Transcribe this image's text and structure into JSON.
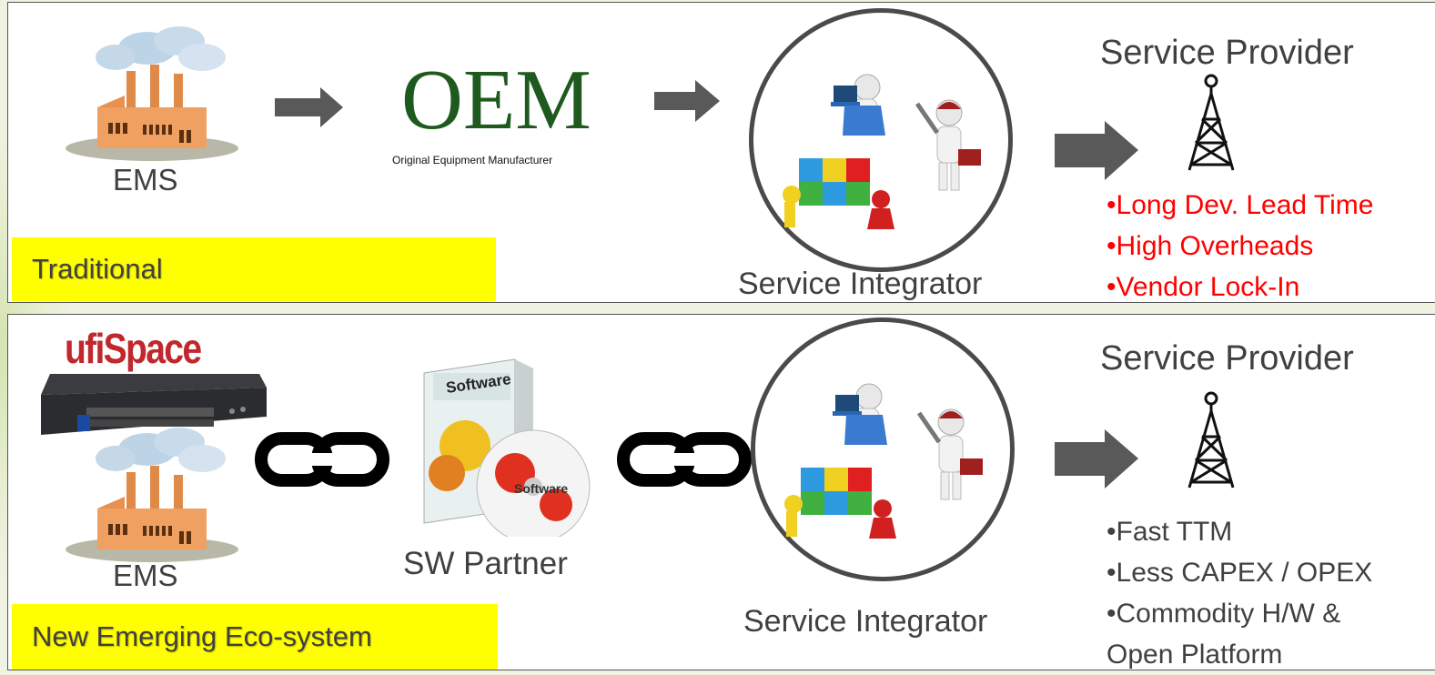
{
  "traditional": {
    "ems_label": "EMS",
    "oem_logo": "OEM",
    "oem_caption": "Original Equipment Manufacturer",
    "integrator_label": "Service Integrator",
    "provider_label": "Service Provider",
    "tag": "Traditional",
    "bullets": [
      "•Long Dev. Lead Time",
      "•High Overheads",
      "•Vendor Lock-In"
    ],
    "bullet_color": "#ff0000"
  },
  "emerging": {
    "brand": "ufiSpace",
    "ems_label": "EMS",
    "software_box_text": "Software",
    "software_disc_text": "Software",
    "sw_partner_label": "SW Partner",
    "integrator_label": "Service Integrator",
    "provider_label": "Service Provider",
    "tag": "New Emerging Eco-system",
    "bullets": [
      "•Fast TTM",
      "•Less CAPEX / OPEX",
      "•Commodity H/W &",
      "Open Platform"
    ],
    "bullet_color": "#404040"
  },
  "colors": {
    "tag_bg": "#ffff00",
    "arrow": "#595959",
    "oem_green": "#1e5a1e",
    "brand_red": "#c0282d"
  }
}
